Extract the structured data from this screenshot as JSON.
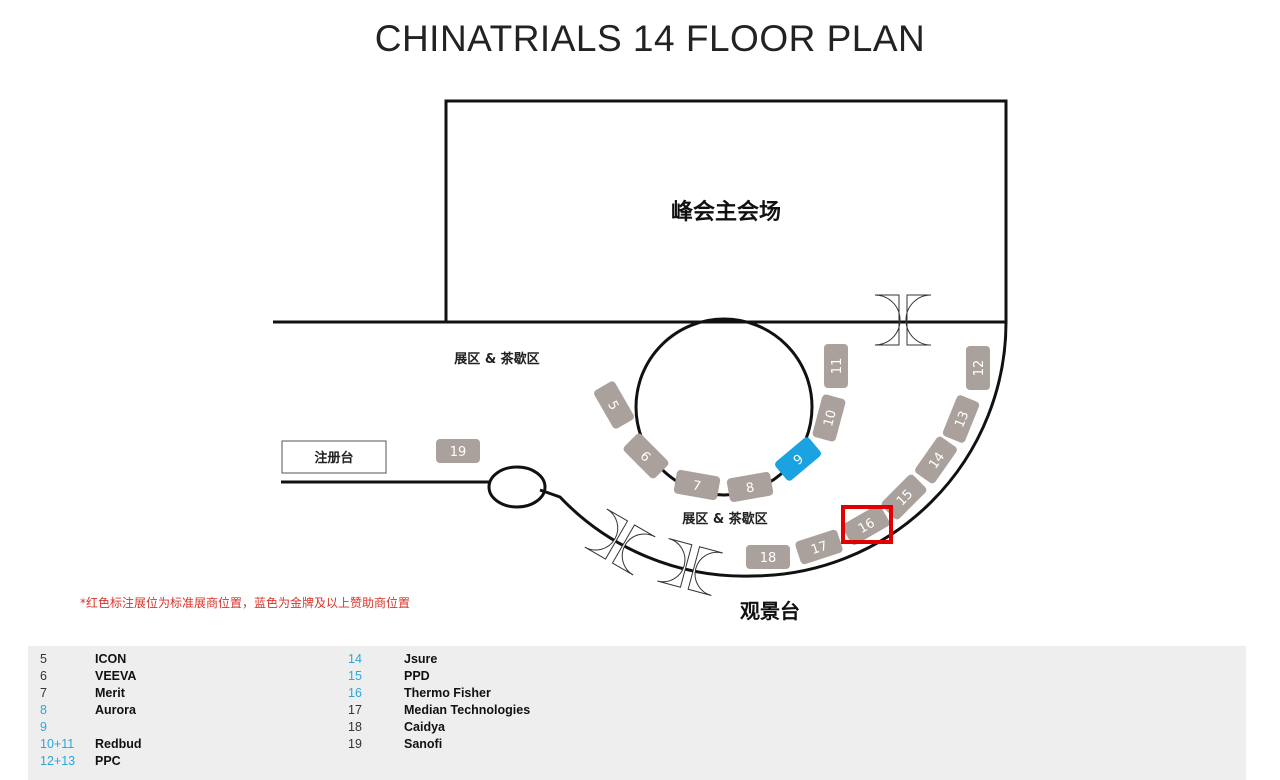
{
  "title": "CHINATRIALS 14 FLOOR PLAN",
  "areas": {
    "main_hall": "峰会主会场",
    "expo_top": "展区 & 茶歇区",
    "expo_bottom": "展区 & 茶歇区",
    "registration": "注册台",
    "viewing_deck": "观景台"
  },
  "note": "*红色标注展位为标准展商位置，蓝色为金牌及以上赞助商位置",
  "colors": {
    "booth": "#aaa19d",
    "sponsor": "#1aa3e0",
    "highlight": "#e00000",
    "note": "#d9342b",
    "legend_blue": "#2aa7dc"
  },
  "booths": [
    {
      "label": "5",
      "sponsor": false
    },
    {
      "label": "6",
      "sponsor": false
    },
    {
      "label": "7",
      "sponsor": false
    },
    {
      "label": "8",
      "sponsor": false
    },
    {
      "label": "9",
      "sponsor": true
    },
    {
      "label": "10",
      "sponsor": false
    },
    {
      "label": "11",
      "sponsor": false
    },
    {
      "label": "12",
      "sponsor": false
    },
    {
      "label": "13",
      "sponsor": false
    },
    {
      "label": "14",
      "sponsor": false
    },
    {
      "label": "15",
      "sponsor": false
    },
    {
      "label": "16",
      "sponsor": false,
      "highlighted": true
    },
    {
      "label": "17",
      "sponsor": false
    },
    {
      "label": "18",
      "sponsor": false
    },
    {
      "label": "19",
      "sponsor": false
    }
  ],
  "legend": {
    "col1": [
      {
        "num": "5",
        "name": "ICON",
        "blue": false
      },
      {
        "num": "6",
        "name": "VEEVA",
        "blue": false
      },
      {
        "num": "7",
        "name": "Merit",
        "blue": false
      },
      {
        "num": "8",
        "name": "Aurora",
        "blue": true
      },
      {
        "num": "9",
        "name": "",
        "blue": true
      },
      {
        "num": "10+11",
        "name": "Redbud",
        "blue": true
      },
      {
        "num": "12+13",
        "name": "PPC",
        "blue": true
      }
    ],
    "col2": [
      {
        "num": "14",
        "name": "Jsure",
        "blue": true
      },
      {
        "num": "15",
        "name": "PPD",
        "blue": true
      },
      {
        "num": "16",
        "name": "Thermo Fisher",
        "blue": true
      },
      {
        "num": "17",
        "name": "Median Technologies",
        "blue": false
      },
      {
        "num": "18",
        "name": "Caidya",
        "blue": false
      },
      {
        "num": "19",
        "name": "Sanofi",
        "blue": false
      }
    ]
  }
}
